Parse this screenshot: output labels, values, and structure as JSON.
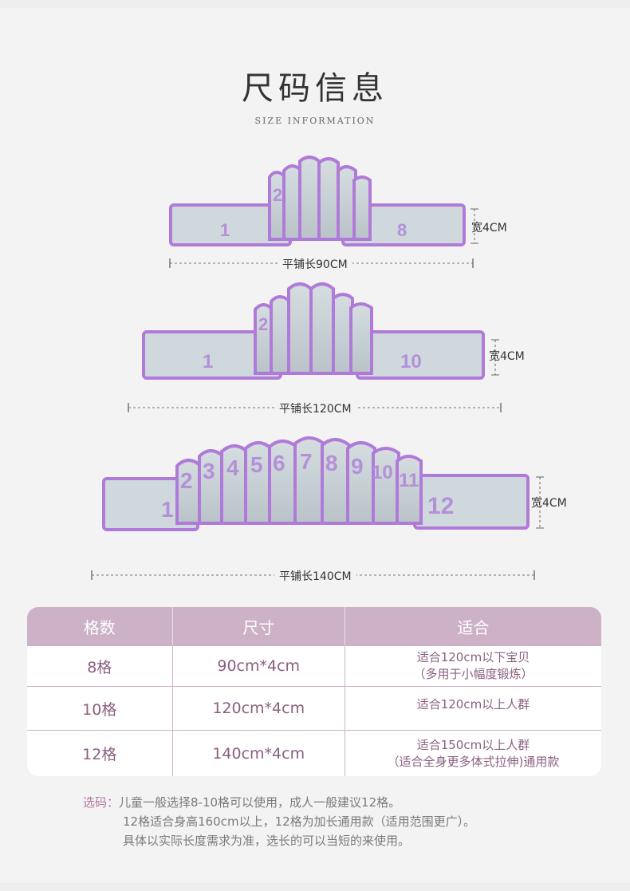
{
  "header": {
    "title": "尺码信息",
    "subtitle": "SIZE INFORMATION"
  },
  "straps": [
    {
      "first": "1",
      "last": "8",
      "length_label": "平铺长90CM",
      "width_label": "宽4CM"
    },
    {
      "first": "1",
      "last": "10",
      "length_label": "平铺长120CM",
      "width_label": "宽4CM"
    },
    {
      "first": "1",
      "last": "12",
      "length_label": "平铺长140CM",
      "width_label": "宽4CM",
      "middle": [
        "2",
        "3",
        "4",
        "5",
        "6",
        "7",
        "8",
        "9",
        "10",
        "11"
      ]
    }
  ],
  "table": {
    "headers": [
      "格数",
      "尺寸",
      "适合"
    ],
    "rows": [
      {
        "grids": "8格",
        "size": "90cm*4cm",
        "fit": [
          "适合120cm以下宝贝",
          "（多用于小幅度锻炼）"
        ]
      },
      {
        "grids": "10格",
        "size": "120cm*4cm",
        "fit": [
          "适合120cm以上人群"
        ]
      },
      {
        "grids": "12格",
        "size": "140cm*4cm",
        "fit": [
          "适合150cm以上人群",
          "（适合全身更多体式拉伸)通用款"
        ]
      }
    ]
  },
  "notes": {
    "lead": "选码：",
    "lines": [
      "儿童一般选择8-10格可以使用，成人一般建议12格。",
      "12格适合身高160cm以上，12格为加长通用款（适用范围更广）。",
      "具体以实际长度需求为准，选长的可以当短的来使用。"
    ]
  },
  "colors": {
    "band": "#cfd8dc",
    "edge": "#b07bd8",
    "number": "#b490d8",
    "header_bg": "#cdb1c6",
    "text_accent": "#8a5f7f"
  }
}
